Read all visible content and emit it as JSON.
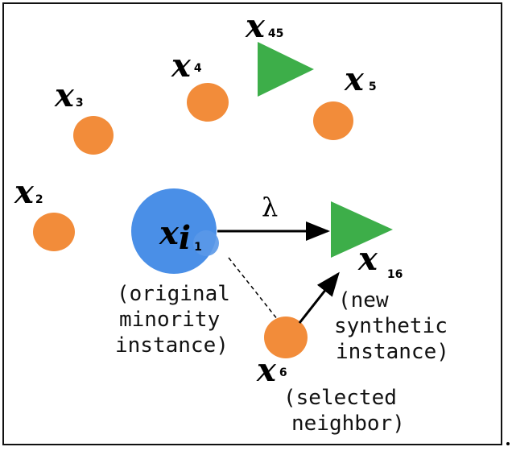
{
  "colors": {
    "existing_point": "#F28C3A",
    "original_instance": "#4A8FE7",
    "synthetic_instance": "#3DAE49",
    "line": "#000000"
  },
  "points": {
    "x2": {
      "var": "x",
      "sub": "2"
    },
    "x3": {
      "var": "x",
      "sub": "3"
    },
    "x4": {
      "var": "x",
      "sub": "4"
    },
    "x5": {
      "var": "x",
      "sub": "5"
    },
    "x45": {
      "var": "x",
      "sub": "45"
    },
    "xi": {
      "var": "x",
      "sub_italic": "i",
      "sub": "1"
    },
    "x6": {
      "var": "x",
      "sub": "6"
    },
    "x16": {
      "var": "x",
      "sub": "16"
    }
  },
  "lambda": "λ",
  "captions": {
    "original": [
      "(original",
      "minority",
      "instance)"
    ],
    "synthetic": [
      "(new",
      "synthetic",
      "instance)"
    ],
    "neighbor": [
      "(selected",
      "neighbor)"
    ]
  }
}
